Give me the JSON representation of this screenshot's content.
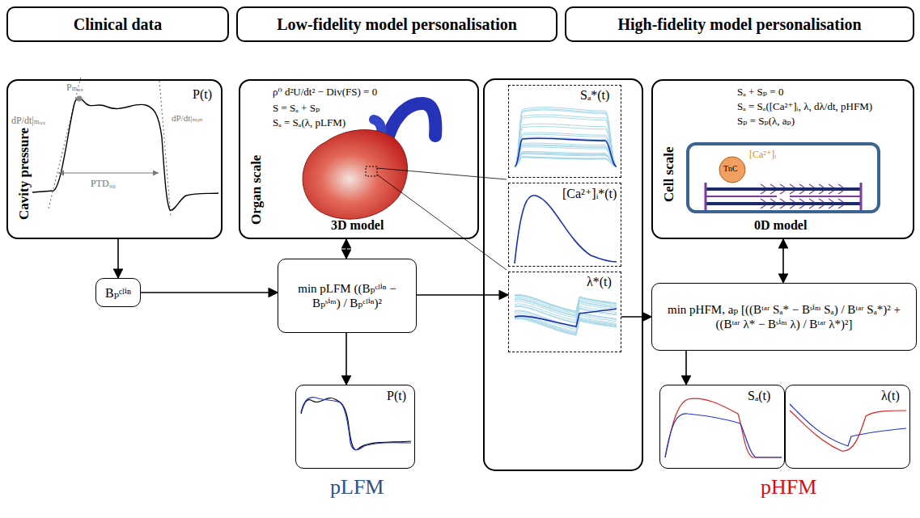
{
  "diagram": {
    "nodes": [
      {
        "text": [
          "Clinical data"
        ]
      },
      {
        "text": [
          "Low-fidelity model personalisation"
        ]
      },
      {
        "text": [
          "High-fidelity model personalisation"
        ]
      },
      {
        "text": [
          "Cavity pressure",
          "P(t)"
        ]
      },
      {
        "text": [
          "Organ scale",
          "ρ⁰ d²U/dt² − Div(FS) = 0",
          "S = Sₐ + Sₚ",
          "Sₐ = Sₐ(λ, pLFM)",
          "3D model"
        ]
      },
      {
        "text": [
          "Sₐ*(t)"
        ]
      },
      {
        "text": [
          "[Ca²⁺]ᵢ*(t)"
        ]
      },
      {
        "text": [
          "λ*(t)"
        ]
      },
      {
        "text": [
          "Cell scale",
          "Sₐ + Sₚ = 0",
          "Sₐ = Sₐ([Ca²⁺]ᵢ, λ, dλ/dt, pHFM)",
          "Sₚ = Sₚ(λ, aₚ)",
          "0D model"
        ]
      },
      {
        "text": [
          "Bₚᶜˡⁱⁿ"
        ]
      },
      {
        "text": [
          "min pLFM ((Bₚᶜˡⁱⁿ − Bₚˢⁱᵐ) / Bₚᶜˡⁱⁿ)²"
        ]
      },
      {
        "text": [
          "min pHFM, aₚ [((Bᵗᵃʳ Sₐ* − Bˢⁱᵐ Sₐ) / Bᵗᵃʳ Sₐ*)² + ((Bᵗᵃʳ λ* − Bˢⁱᵐ λ) / Bᵗᵃʳ λ*)²]"
        ]
      },
      {
        "text": [
          "P(t)"
        ]
      },
      {
        "text": [
          "Sₐ(t)"
        ]
      },
      {
        "text": [
          "λ(t)"
        ]
      }
    ],
    "edges": [
      {
        "from": 3,
        "to": 9,
        "arrow": "to"
      },
      {
        "from": 9,
        "to": 10,
        "arrow": "to"
      },
      {
        "from": 4,
        "to": 10,
        "arrow": "both"
      },
      {
        "from": 10,
        "to": 7,
        "arrow": "to"
      },
      {
        "from": 10,
        "to": 12,
        "arrow": "to"
      },
      {
        "from": 7,
        "to": 11,
        "arrow": "to"
      },
      {
        "from": 8,
        "to": 11,
        "arrow": "both"
      },
      {
        "from": 11,
        "to": 13,
        "arrow": "to"
      }
    ],
    "labels": [
      "Pₘₐₓ",
      "dP/dt|ₘₐₓ",
      "dP/dt|ₘᵢₙ",
      "PTD₉₀",
      "[Ca²⁺]ᵢ",
      "TnC",
      "pLFM",
      "pHFM"
    ]
  }
}
